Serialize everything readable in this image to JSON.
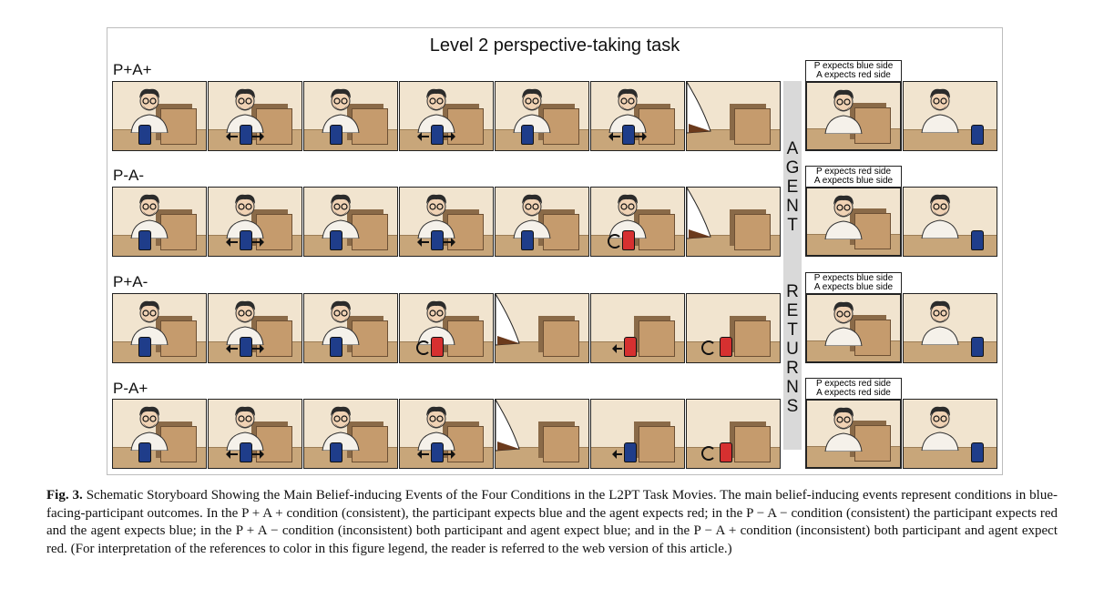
{
  "figure": {
    "title": "Level 2 perspective-taking task",
    "agent_returns_text": "AGENT RETURNS",
    "rows": [
      {
        "label": "P+A+",
        "expect_lines": [
          "P expects blue side",
          "A expects red side"
        ]
      },
      {
        "label": "P-A-",
        "expect_lines": [
          "P expects red side",
          "A expects blue side"
        ]
      },
      {
        "label": "P+A-",
        "expect_lines": [
          "P expects blue side",
          "A expects blue side"
        ]
      },
      {
        "label": "P-A+",
        "expect_lines": [
          "P expects red side",
          "A expects red side"
        ]
      }
    ]
  },
  "caption": {
    "label": "Fig. 3.",
    "text": "Schematic Storyboard Showing the Main Belief-inducing Events of the Four Conditions in the L2PT Task Movies. The main belief-inducing events represent conditions in blue-facing-participant outcomes. In the P + A + condition (consistent), the participant expects blue and the agent expects red; in the P − A − condition (consistent) the participant expects red and the agent expects blue; in the P + A − condition (inconsistent) both participant and agent expect blue; and in the P − A + condition (inconsistent) both participant and agent expect red. (For interpretation of the references to color in this figure legend, the reader is referred to the web version of this article.)"
  },
  "colors": {
    "robot_blue": "#1f3d8a",
    "robot_red": "#d63030",
    "panel_bg": "#f1e4cf",
    "floor": "#c8a67a",
    "box": "#c59b6d"
  }
}
